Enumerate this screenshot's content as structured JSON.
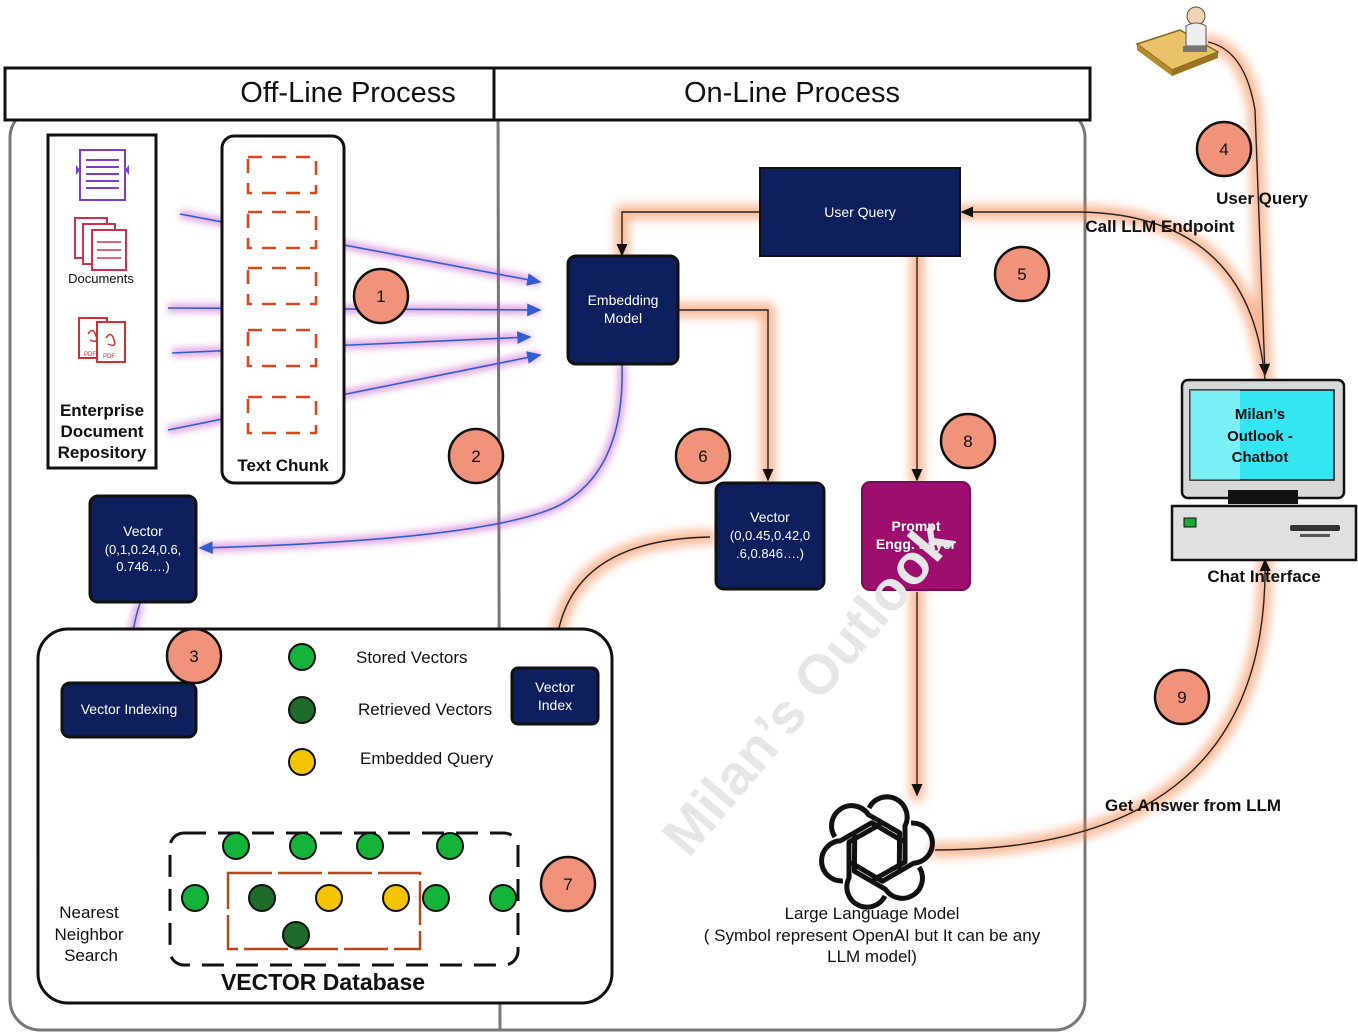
{
  "headers": {
    "offline": "Off-Line Process",
    "online": "On-Line Process"
  },
  "repository": {
    "documents_label": "Documents",
    "title_lines": [
      "Enterprise",
      "Document",
      "Repository"
    ]
  },
  "text_chunk": "Text Chunk",
  "user_query": "User Query",
  "embedding_model": [
    "Embedding",
    "Model"
  ],
  "vector_left": [
    "Vector",
    "(0,1,0.24,0.6,",
    "0.746….)"
  ],
  "vector_right": [
    "Vector",
    "(0,0.45,0.42,0",
    ".6,0.846….)"
  ],
  "prompt_layer": [
    "Prompt",
    "Engg. Layer"
  ],
  "vector_indexing": "Vector Indexing",
  "vector_index": [
    "Vector",
    "Index"
  ],
  "legend": {
    "stored": "Stored Vectors",
    "retrieved": "Retrieved Vectors",
    "query": "Embedded Query"
  },
  "nearest_neighbor": [
    "Nearest",
    "Neighbor",
    "Search"
  ],
  "vector_db": "VECTOR Database",
  "llm_caption": [
    "Large Language Model",
    "( Symbol represent OpenAI but It can be any",
    "LLM model)"
  ],
  "chatbot": [
    "Milan’s",
    "Outlook -",
    "Chatbot"
  ],
  "chat_interface": "Chat Interface",
  "edge_labels": {
    "user_query": "User Query",
    "call_llm": "Call LLM Endpoint",
    "get_answer": "Get Answer from LLM"
  },
  "steps": [
    "1",
    "2",
    "3",
    "4",
    "5",
    "6",
    "7",
    "8",
    "9"
  ],
  "watermark": "Milan’s Outlook",
  "colors": {
    "navy": "#0d1f5c",
    "prompt": "#9e0e6e",
    "step": "#f0937a",
    "stored_vector": "#14b33a",
    "retrieved_vector": "#1e6b2c",
    "query_vector": "#f5c400",
    "chunk": "#d9481f",
    "screen": "#35e6f2",
    "glow": "#f47b3c",
    "arrow": "#2f5fcc"
  }
}
